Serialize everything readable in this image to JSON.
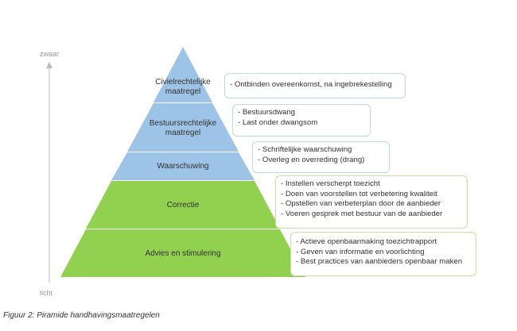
{
  "axis": {
    "top_label": "zwaar",
    "bottom_label": "licht"
  },
  "colors": {
    "blue": "#9dc3e6",
    "green": "#92d050"
  },
  "levels": [
    {
      "label_lines": [
        "Civielrechtelijke",
        "maatregel"
      ],
      "items": [
        "- Ontbinden overeenkomst, na ingebrekestelling"
      ]
    },
    {
      "label_lines": [
        "Bestuursrechtelijke",
        "maatregel"
      ],
      "items": [
        "- Bestuursdwang",
        "- Last onder dwangsom"
      ]
    },
    {
      "label_lines": [
        "Waarschuwing"
      ],
      "items": [
        "- Schriftelijke waarschuwing",
        "- Overleg en overreding (drang)"
      ]
    },
    {
      "label_lines": [
        "Correctie"
      ],
      "items": [
        "- Instellen verscherpt toezicht",
        "- Doen van voorstellen tot verbetering kwaliteit",
        "- Opstellen van verbeterplan door de aanbieder",
        "- Voeren gesprek met bestuur van de aanbieder"
      ]
    },
    {
      "label_lines": [
        "Advies en stimulering"
      ],
      "items": [
        "- Actieve openbaarmaking toezichtrapport",
        "- Geven van informatie en voorlichting",
        "- Best practices van aanbieders openbaar maken"
      ]
    }
  ],
  "caption": "Figuur 2: Piramide handhavingsmaatregelen"
}
